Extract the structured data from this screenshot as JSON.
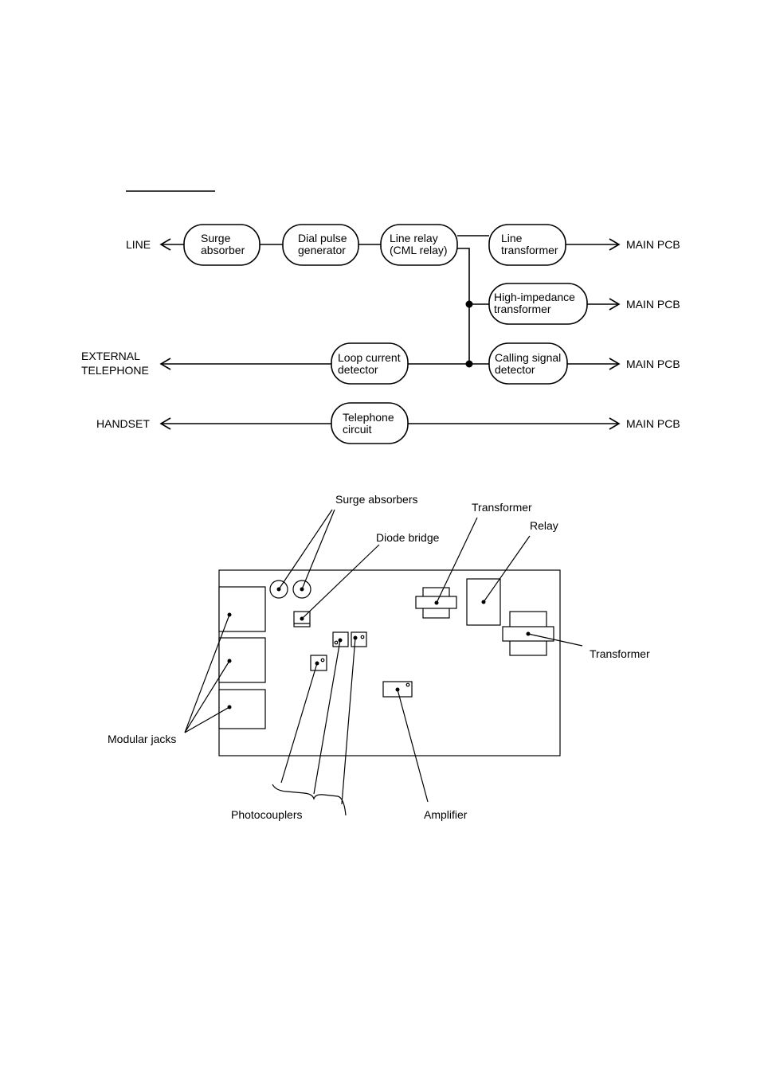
{
  "block_diagram": {
    "endpoints": {
      "line": "LINE",
      "external_telephone_1": "EXTERNAL",
      "external_telephone_2": "TELEPHONE",
      "handset": "HANDSET",
      "main_pcb_1": "MAIN PCB",
      "main_pcb_2": "MAIN PCB",
      "main_pcb_3": "MAIN PCB",
      "main_pcb_4": "MAIN PCB"
    },
    "blocks": {
      "surge_absorber": [
        "Surge",
        "absorber"
      ],
      "dial_pulse_generator": [
        "Dial pulse",
        "generator"
      ],
      "line_relay": [
        "Line relay",
        "(CML relay)"
      ],
      "line_transformer": [
        "Line",
        "transformer"
      ],
      "high_impedance_transformer": [
        "High-impedance",
        "transformer"
      ],
      "loop_current_detector": [
        "Loop current",
        "detector"
      ],
      "calling_signal_detector": [
        "Calling signal",
        "detector"
      ],
      "telephone_circuit": [
        "Telephone",
        "circuit"
      ]
    }
  },
  "board_layout": {
    "labels": {
      "surge_absorbers": "Surge absorbers",
      "diode_bridge": "Diode bridge",
      "transformer_top": "Transformer",
      "relay": "Relay",
      "transformer_right": "Transformer",
      "modular_jacks": "Modular jacks",
      "photocouplers": "Photocouplers",
      "amplifier": "Amplifier"
    }
  }
}
